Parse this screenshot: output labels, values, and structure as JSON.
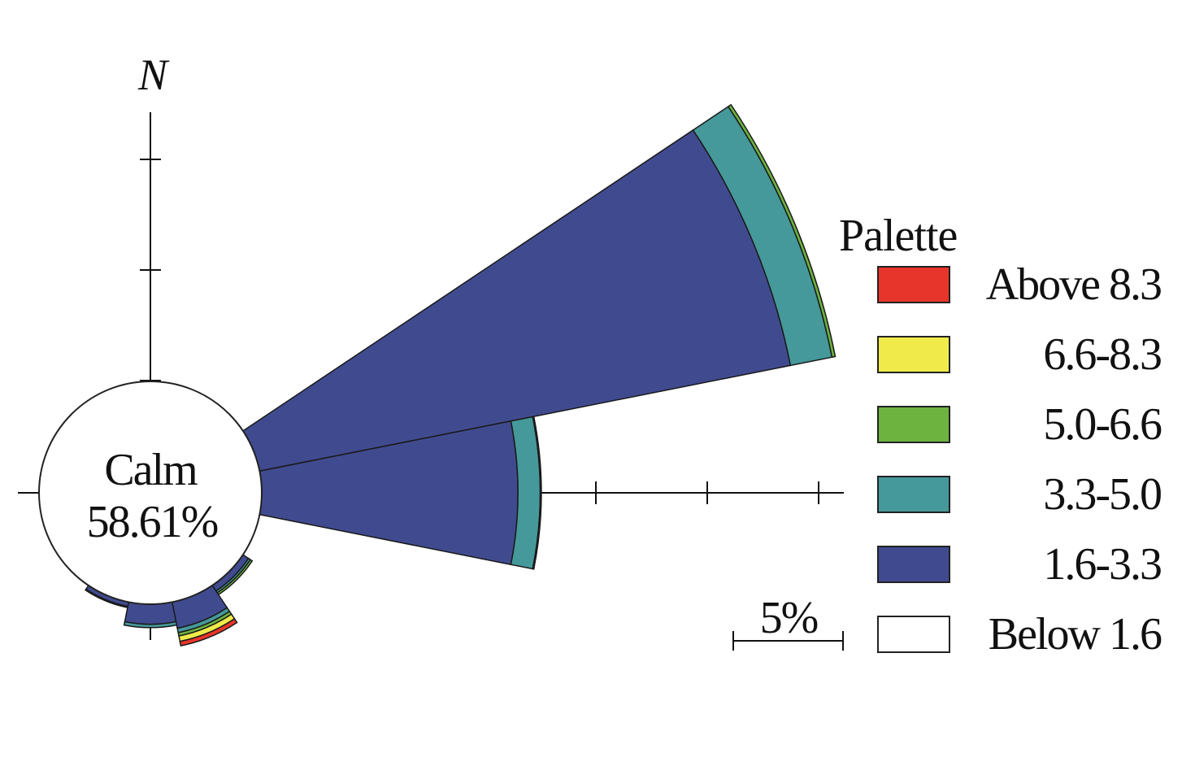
{
  "chart_data": {
    "type": "wind-rose",
    "north_label": "N",
    "calm": {
      "label": "Calm",
      "value_text": "58.61%",
      "value": 58.61
    },
    "legend": {
      "title": "Palette",
      "items": [
        {
          "label": "Above 8.3",
          "color": "#e8352b"
        },
        {
          "label": "6.6-8.3",
          "color": "#f0ea4a"
        },
        {
          "label": "5.0-6.6",
          "color": "#6db33f"
        },
        {
          "label": "3.3-5.0",
          "color": "#46999a"
        },
        {
          "label": "1.6-3.3",
          "color": "#404b8f"
        },
        {
          "label": "Below 1.6",
          "color": "#ffffff"
        }
      ]
    },
    "scale_bar": {
      "label": "5%",
      "value": 5
    },
    "radial_ticks": [
      5,
      10,
      15,
      20,
      25,
      30
    ],
    "sectors": [
      {
        "direction_deg": 67.5,
        "half_width_deg": 11.25,
        "values": {
          "1.6-3.3": 24.3,
          "3.3-5.0": 1.9,
          "5.0-6.6": 0.15,
          "6.6-8.3": 0,
          "Above 8.3": 0
        }
      },
      {
        "direction_deg": 90,
        "half_width_deg": 11.25,
        "values": {
          "1.6-3.3": 11.5,
          "3.3-5.0": 1.0,
          "5.0-6.6": 0.05,
          "6.6-8.3": 0,
          "Above 8.3": 0
        }
      },
      {
        "direction_deg": 135,
        "half_width_deg": 11.25,
        "values": {
          "1.6-3.3": 0.3,
          "3.3-5.0": 0.1,
          "5.0-6.6": 0.1,
          "6.6-8.3": 0,
          "Above 8.3": 0
        }
      },
      {
        "direction_deg": 157.5,
        "half_width_deg": 11.25,
        "values": {
          "1.6-3.3": 1.2,
          "3.3-5.0": 0.2,
          "5.0-6.6": 0.15,
          "6.6-8.3": 0.25,
          "Above 8.3": 0.2
        }
      },
      {
        "direction_deg": 180,
        "half_width_deg": 11.25,
        "values": {
          "1.6-3.3": 0.9,
          "3.3-5.0": 0.15,
          "5.0-6.6": 0,
          "6.6-8.3": 0,
          "Above 8.3": 0
        }
      },
      {
        "direction_deg": 202.5,
        "half_width_deg": 11.25,
        "values": {
          "1.6-3.3": 0.2,
          "3.3-5.0": 0.05,
          "5.0-6.6": 0,
          "6.6-8.3": 0,
          "Above 8.3": 0
        }
      }
    ]
  }
}
